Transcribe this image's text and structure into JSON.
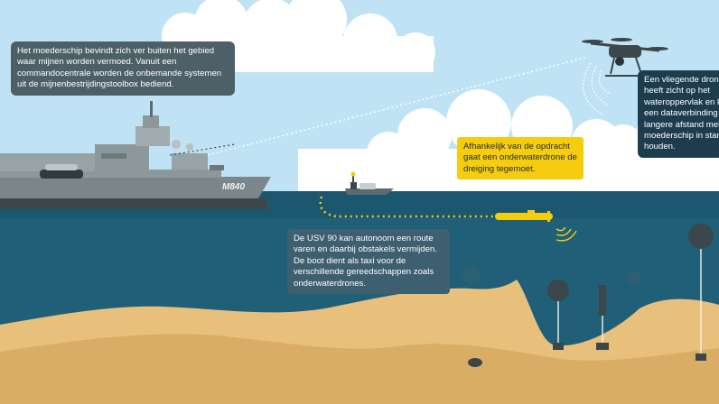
{
  "callouts": {
    "mothership": "Het moederschip bevindt zich ver buiten het gebied waar mijnen worden vermoed. Vanuit een commandocentrale worden de onbemande systemen uit de mijnenbestrijdingstoolbox bediend.",
    "drone": "Een vliegende drone heeft zicht op het wateroppervlak en kan een dataverbinding over langere afstand met het moederschip in stand houden.",
    "underwater_drone": "Afhankelijk van de opdracht gaat een onderwaterdrone de dreiging tegemoet.",
    "usv": "De USV 90 kan autonoom een route varen en daarbij obstakels vermijden. De boot dient als taxi voor de verschillende gereedschappen zoals onderwaterdrones."
  },
  "ship": {
    "hull_number": "M840"
  },
  "colors": {
    "sky": "#bfe3f5",
    "sea": "#1f5f78",
    "deep_sea": "#16485d",
    "sand": "#e8c07c",
    "hull": "#7a8689",
    "callout_dark": "#1d3d4f",
    "callout_grey": "#4d6068",
    "callout_yellow": "#f5cd0e"
  }
}
